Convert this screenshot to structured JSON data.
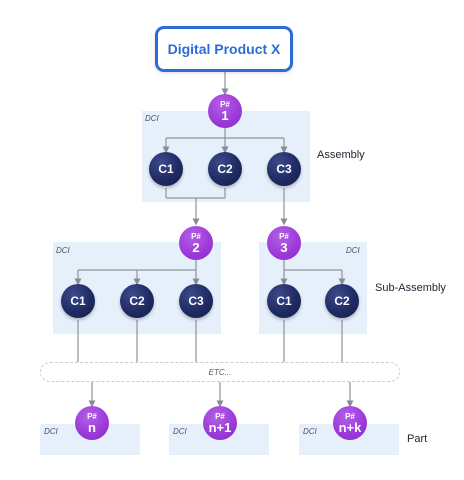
{
  "title": "Digital Product X",
  "dci_label": "DCI",
  "pnode_prefix": "P#",
  "levels": {
    "assembly": "Assembly",
    "sub_assembly": "Sub-Assembly",
    "part": "Part"
  },
  "etc": "ETC...",
  "assembly": {
    "p": "1",
    "components": [
      "C1",
      "C2",
      "C3"
    ]
  },
  "sub_assemblies": [
    {
      "p": "2",
      "components": [
        "C1",
        "C2",
        "C3"
      ]
    },
    {
      "p": "3",
      "components": [
        "C1",
        "C2"
      ]
    }
  ],
  "parts": [
    "n",
    "n+1",
    "n+k"
  ],
  "colors": {
    "title_blue": "#2f6bd8",
    "purple": "#9b38d8",
    "navy": "#1f2b63",
    "dci_bg": "#e6f0fb"
  }
}
